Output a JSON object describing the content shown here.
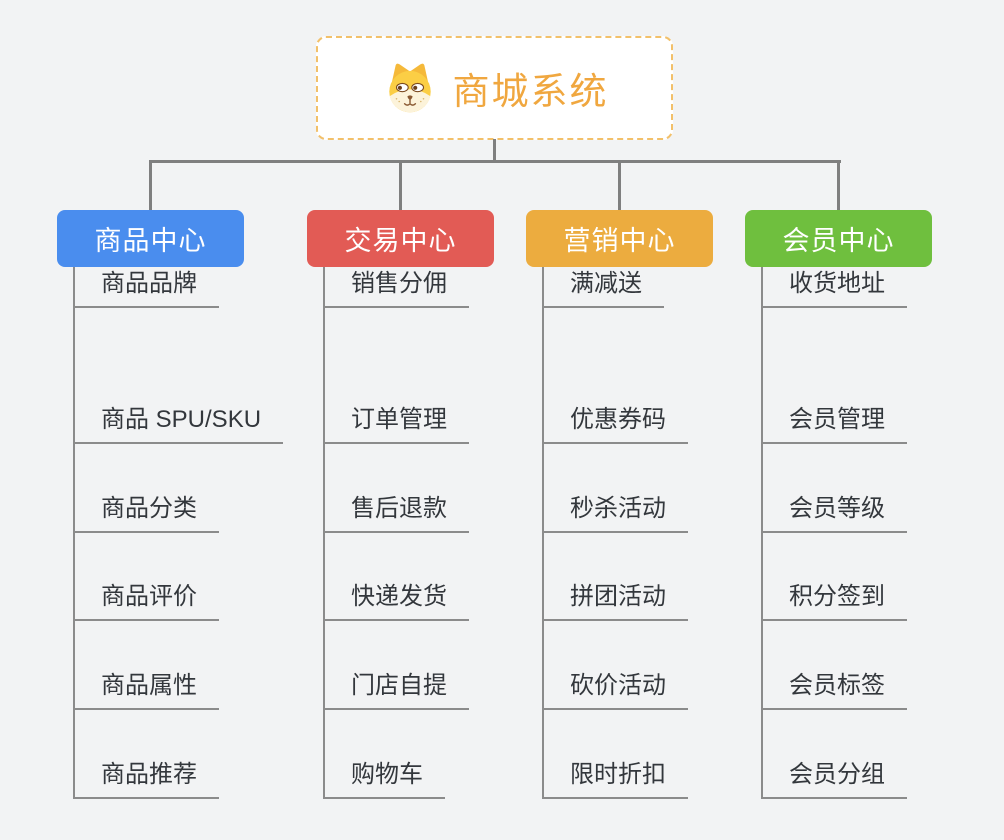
{
  "canvas": {
    "background": "#f2f3f4",
    "connector_color": "#7f7f7f"
  },
  "root": {
    "title": "商城系统",
    "icon": "dog-face-icon",
    "text_color": "#f0a73f",
    "border_color": "#f2c06a"
  },
  "branches": [
    {
      "label": "商品中心",
      "color": "#4a8dee",
      "items": [
        "商品 SPU/SKU",
        "商品分类",
        "商品评价",
        "商品属性",
        "商品推荐",
        "商品品牌"
      ]
    },
    {
      "label": "交易中心",
      "color": "#e25b55",
      "items": [
        "订单管理",
        "售后退款",
        "快递发货",
        "门店自提",
        "购物车",
        "销售分佣"
      ]
    },
    {
      "label": "营销中心",
      "color": "#ecac3f",
      "items": [
        "优惠券码",
        "秒杀活动",
        "拼团活动",
        "砍价活动",
        "限时折扣",
        "满减送"
      ]
    },
    {
      "label": "会员中心",
      "color": "#6fbf3e",
      "items": [
        "会员管理",
        "会员等级",
        "积分签到",
        "会员标签",
        "会员分组",
        "收货地址"
      ]
    }
  ]
}
